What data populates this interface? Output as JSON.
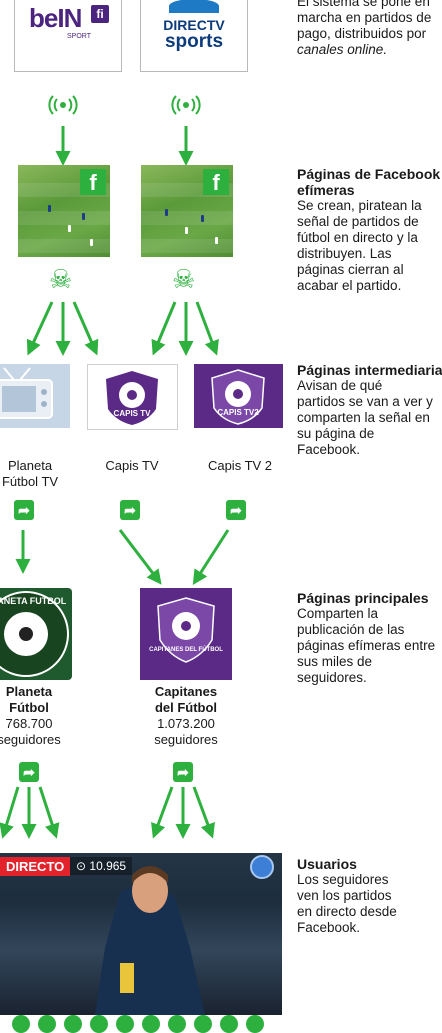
{
  "logos": {
    "bein": {
      "word": "beIN",
      "mark": "fi",
      "sub": "SPORT"
    },
    "directv": {
      "line1": "DIRECTV",
      "line2": "sports"
    }
  },
  "signal_icon": "broadcast-signal-icon",
  "fb_badge": "f",
  "skull_icon": "☠",
  "intermediate": [
    {
      "name": "Planeta Fútbol TV",
      "line1": "Planeta",
      "line2": "Fútbol TV"
    },
    {
      "name": "Capis TV",
      "line1": "Capis TV",
      "line2": "",
      "badge": "CAPIS TV"
    },
    {
      "name": "Capis TV 2",
      "line1": "Capis TV 2",
      "line2": "",
      "badge": "CAPIS TV2"
    }
  ],
  "main_pages": [
    {
      "name1": "Planeta",
      "name2": "Fútbol",
      "followers": "768.700",
      "label": "seguidores",
      "badge": "PLANETA FUTBOL"
    },
    {
      "name1": "Capitanes",
      "name2": "del Fútbol",
      "followers": "1.073.200",
      "label": "seguidores",
      "badge": "CAPITANES DEL FÚTBOL"
    }
  ],
  "video": {
    "live": "DIRECTO",
    "views": "⊙ 10.965"
  },
  "side": [
    {
      "title": "",
      "lines": [
        "El sistema se pone en",
        "marcha en partidos de",
        "pago, distribuidos por",
        "canales online."
      ]
    },
    {
      "title": "Páginas de Facebook efímeras",
      "lines": [
        "Se crean, piratean la",
        "señal de partidos de",
        "fútbol en directo y la",
        "distribuyen. Las",
        "páginas cierran al",
        "acabar el partido."
      ]
    },
    {
      "title": "Páginas intermediarias",
      "lines": [
        "Avisan de qué",
        "partidos se van a ver y",
        "comparten la señal en",
        "su página de",
        "Facebook."
      ]
    },
    {
      "title": "Páginas principales",
      "lines": [
        "Comparten la",
        "publicación de las",
        "páginas efímeras entre",
        "sus miles de",
        "seguidores."
      ]
    },
    {
      "title": "Usuarios",
      "lines": [
        "Los seguidores",
        "ven los partidos",
        "en directo desde",
        "Facebook."
      ]
    }
  ],
  "colors": {
    "accent": "#2db03d",
    "purple": "#5a2a86",
    "live": "#e3232c"
  }
}
